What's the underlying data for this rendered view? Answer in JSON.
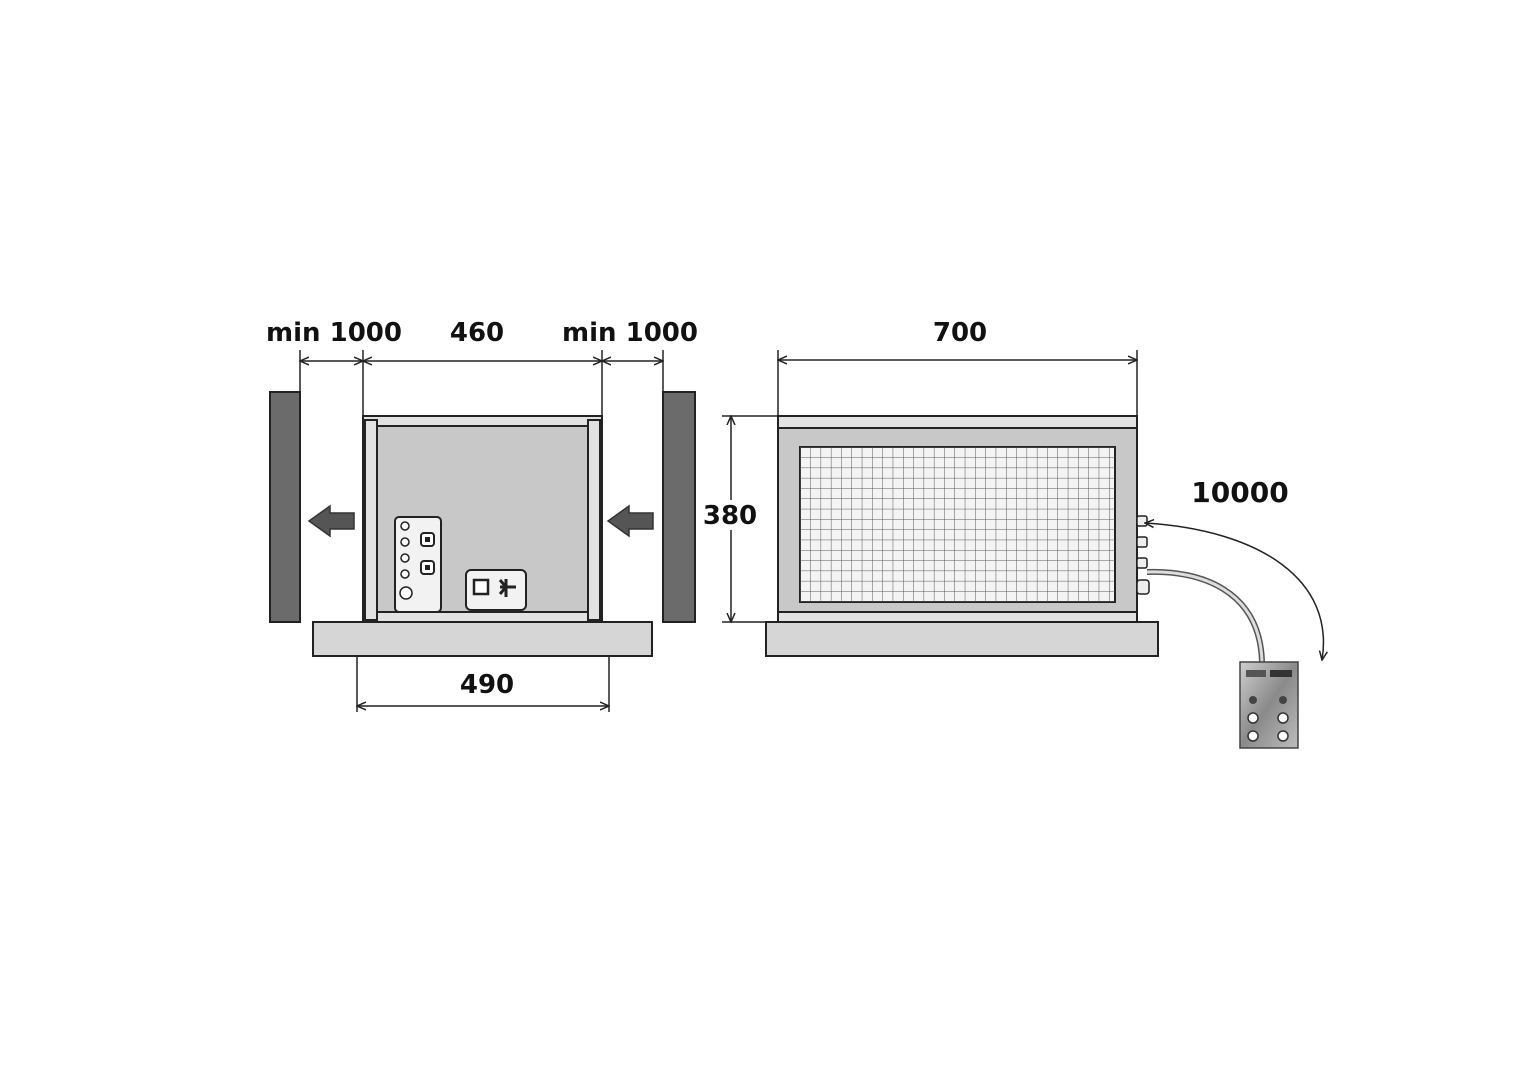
{
  "colors": {
    "wall": "#6b6b6b",
    "unit_body": "#c8c8c8",
    "unit_panel": "#e2e2e2",
    "base": "#d6d6d6",
    "line": "#222222",
    "arrow": "#555555",
    "background": "#ffffff"
  },
  "left_view": {
    "dim_left_clearance": "min 1000",
    "dim_width_top": "460",
    "dim_right_clearance": "min 1000",
    "dim_base_width": "490"
  },
  "right_view": {
    "dim_length": "700",
    "dim_height": "380",
    "dim_cable_length": "10000"
  },
  "icons": {
    "airflow_left": "arrow-left-icon",
    "airflow_right": "arrow-left-icon",
    "controller": "remote-controller-icon"
  }
}
